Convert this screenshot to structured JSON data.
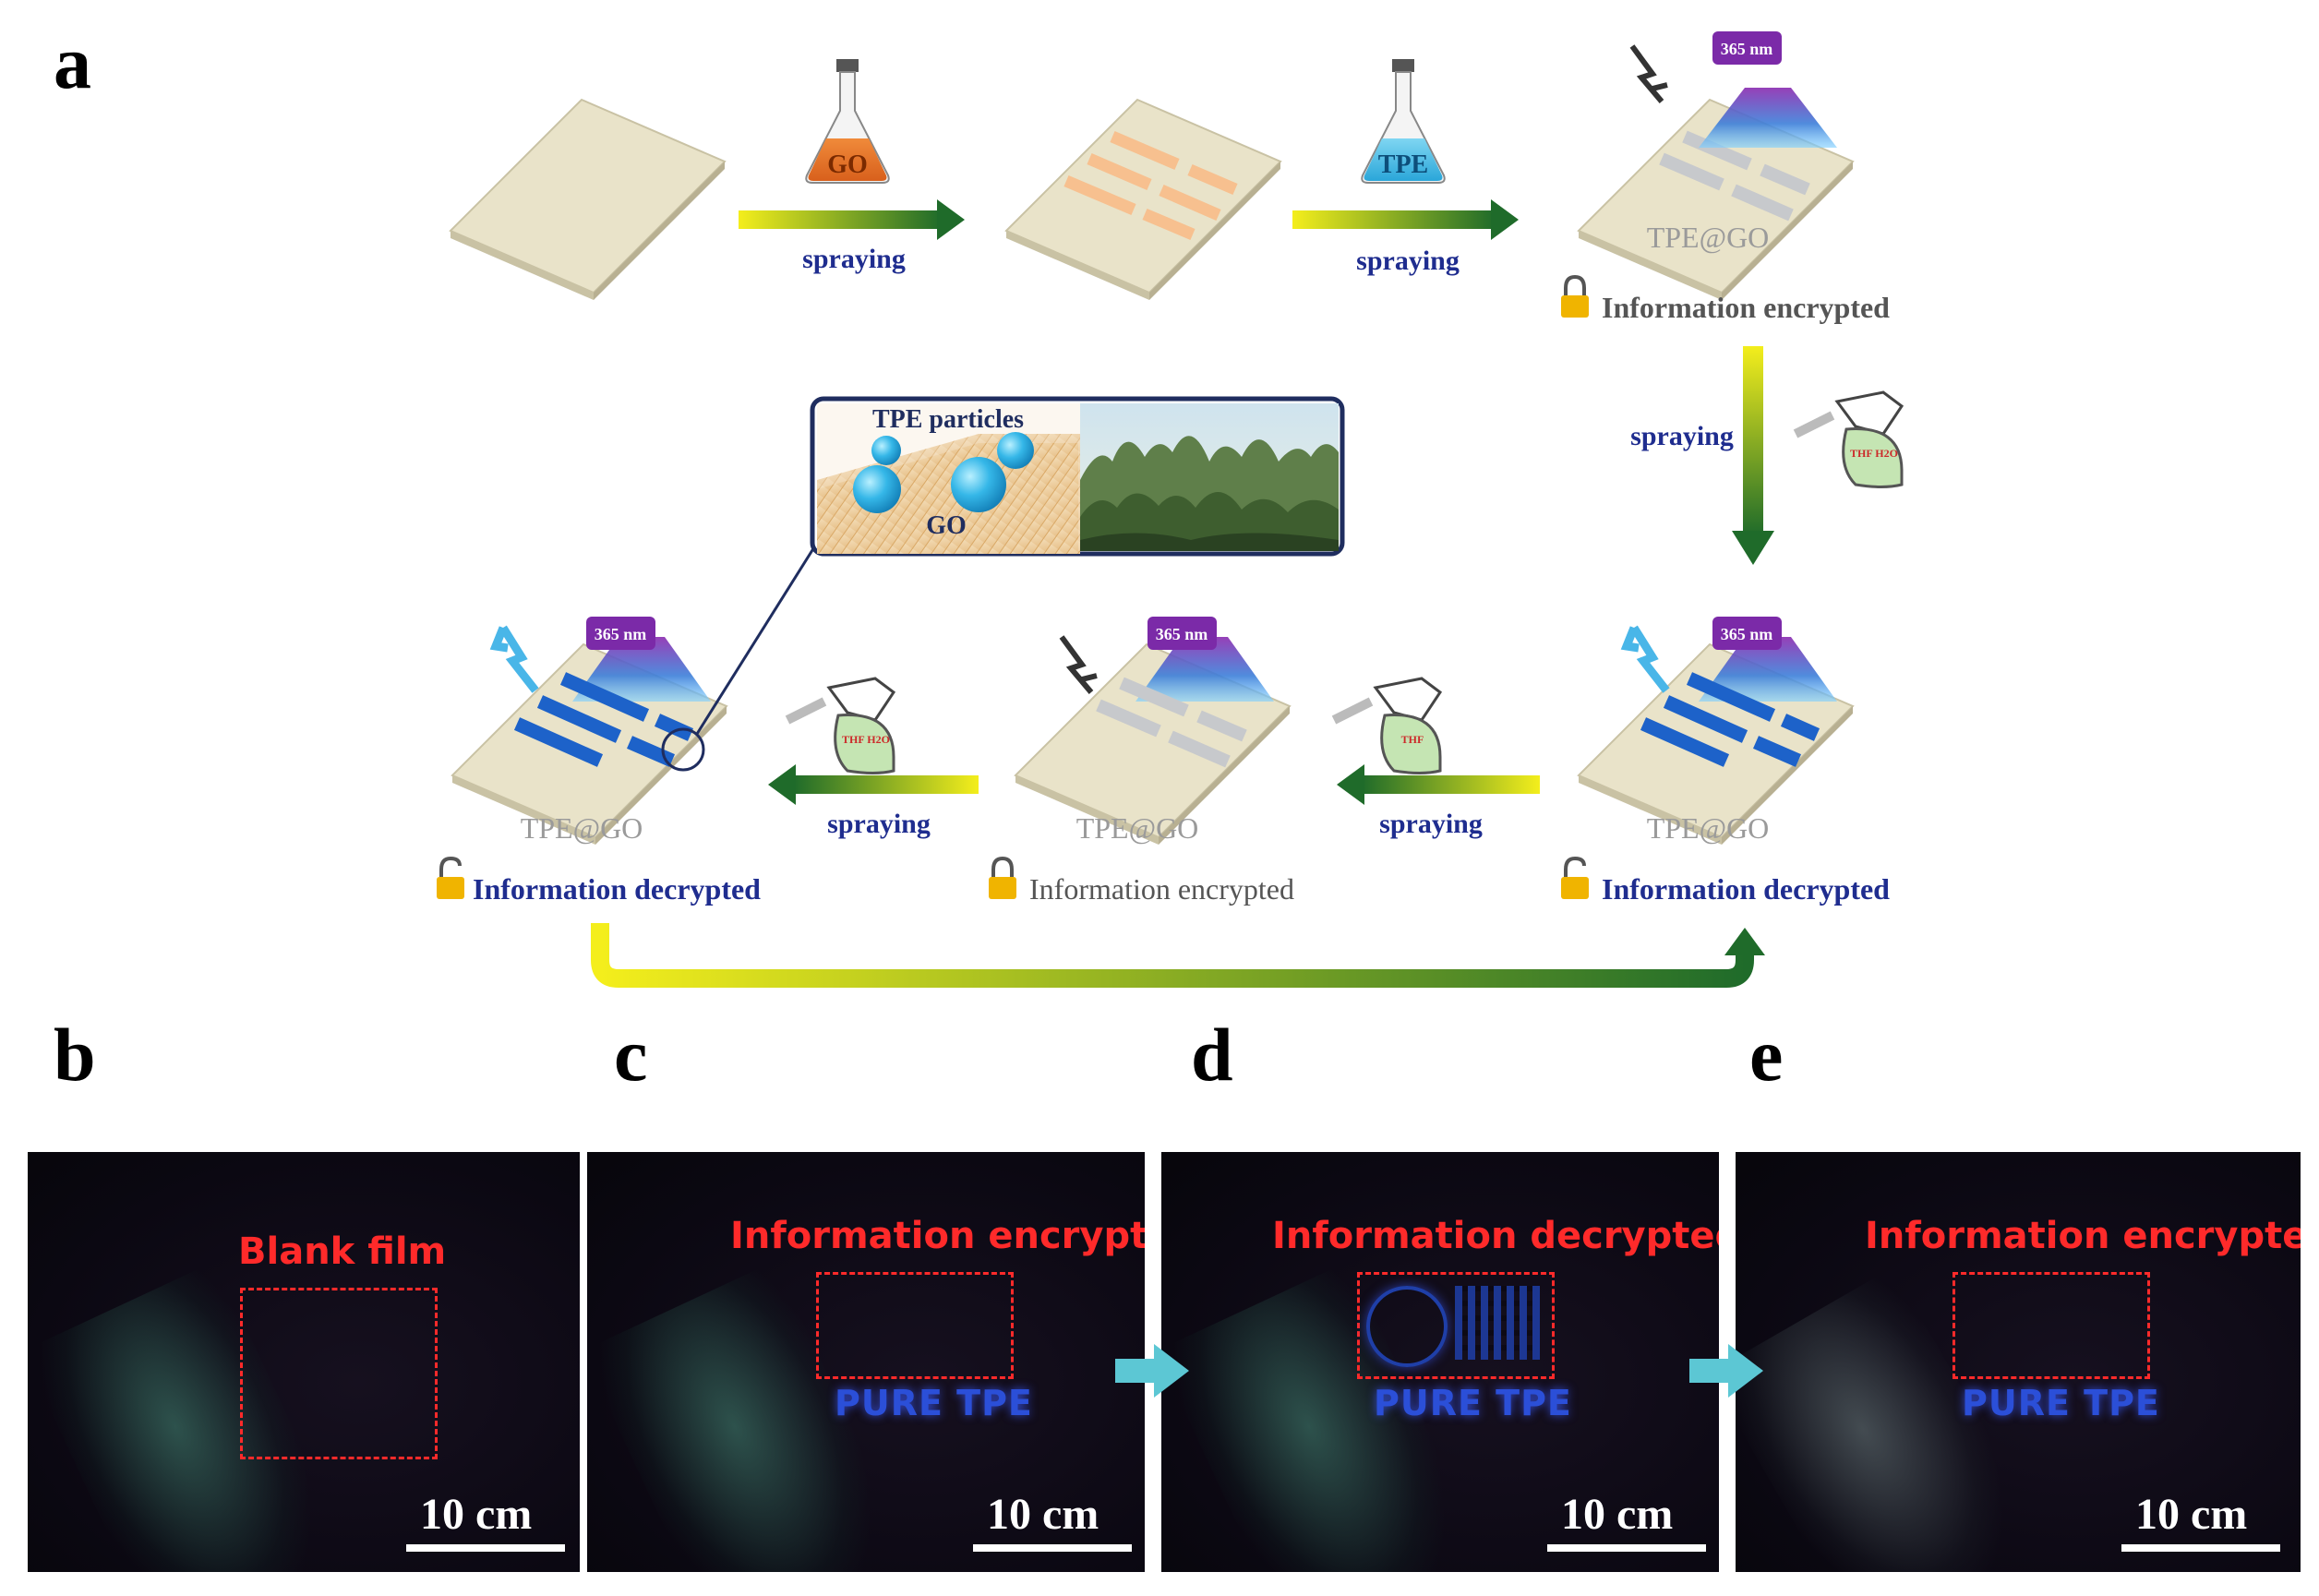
{
  "panel_letters": {
    "a": "a",
    "b": "b",
    "c": "c",
    "d": "d",
    "e": "e"
  },
  "flask_go_label": "GO",
  "flask_tpe_label": "TPE",
  "arrow_labels": {
    "top1": "spraying",
    "top2": "spraying",
    "right": "spraying",
    "bottom1": "spraying",
    "bottom2": "spraying"
  },
  "uv_labels": {
    "top_right": "365 nm",
    "bottom_right": "365 nm",
    "bottom_mid": "365 nm",
    "bottom_left": "365 nm"
  },
  "film_labels": {
    "top_right": "TPE@GO",
    "bottom_right": "TPE@GO",
    "bottom_mid": "TPE@GO",
    "bottom_left": "TPE@GO"
  },
  "status_labels": {
    "top_right": "Information encrypted",
    "bottom_right": "Information decrypted",
    "bottom_mid": "Information encrypted",
    "bottom_left": "Information decrypted"
  },
  "spray_bottle_labels": {
    "right": "THF H2O",
    "bottom_right": "THF",
    "bottom_left": "THF H2O"
  },
  "inset": {
    "title": "TPE particles",
    "substrate": "GO"
  },
  "photos": {
    "b": {
      "label": "Blank film",
      "scale": "10 cm"
    },
    "c": {
      "label": "Information encrypted",
      "logo": "PURE TPE",
      "scale": "10 cm"
    },
    "d": {
      "label": "Information decrypted",
      "logo": "PURE TPE",
      "scale": "10 cm"
    },
    "e": {
      "label": "Information encrypted",
      "logo": "PURE TPE",
      "scale": "10 cm"
    }
  },
  "colors": {
    "arrow_start": "#f2ec1a",
    "arrow_end": "#1f6b2a",
    "film": "#e9e3c9",
    "film_edge": "#c9c2a4",
    "go_stripe": "#f7c08f",
    "gray_stripe": "#c7c9cc",
    "blue_stripe": "#1d62c9",
    "uv_badge": "#7b2aa8",
    "label_blue": "#1f2d8f",
    "label_gray": "#555555",
    "lock": "#f0b400",
    "photo_text_red": "#ff2a2a",
    "photo_arrow": "#5cc7d4"
  }
}
